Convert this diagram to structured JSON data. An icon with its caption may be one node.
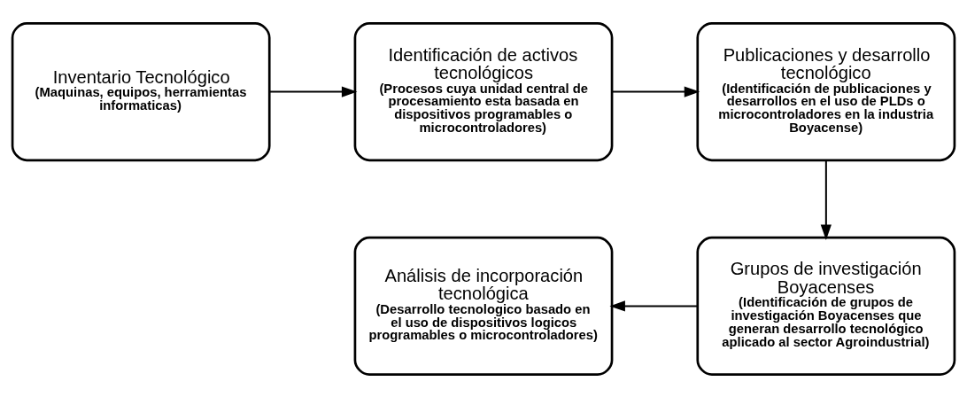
{
  "diagram": {
    "nodes": [
      {
        "text": [
          "Inventario Tecnológico",
          "(Maquinas, equipos, herramientas informaticas)"
        ]
      },
      {
        "text": [
          "Identificación de activos tecnológicos",
          "(Procesos cuya unidad central de procesamiento esta basada en dispositivos programables o microcontroladores)"
        ]
      },
      {
        "text": [
          "Publicaciones y desarrollo tecnológico",
          "(Identificación de publicaciones y desarrollos en el uso de PLDs o microcontroladores en la industria Boyacense)"
        ]
      },
      {
        "text": [
          "Grupos de investigación Boyacenses",
          "(Identificación de grupos de investigación Boyacenses que generan desarrollo tecnológico aplicado al sector Agroindustrial)"
        ]
      },
      {
        "text": [
          "Análisis de incorporación tecnológica",
          "(Desarrollo tecnologico basado en el uso de dispositivos logicos programables o microcontroladores)"
        ]
      }
    ],
    "edges": [
      {
        "from": 0,
        "to": 1,
        "arrow": "to"
      },
      {
        "from": 1,
        "to": 2,
        "arrow": "to"
      },
      {
        "from": 2,
        "to": 3,
        "arrow": "to"
      },
      {
        "from": 3,
        "to": 4,
        "arrow": "to"
      }
    ]
  }
}
